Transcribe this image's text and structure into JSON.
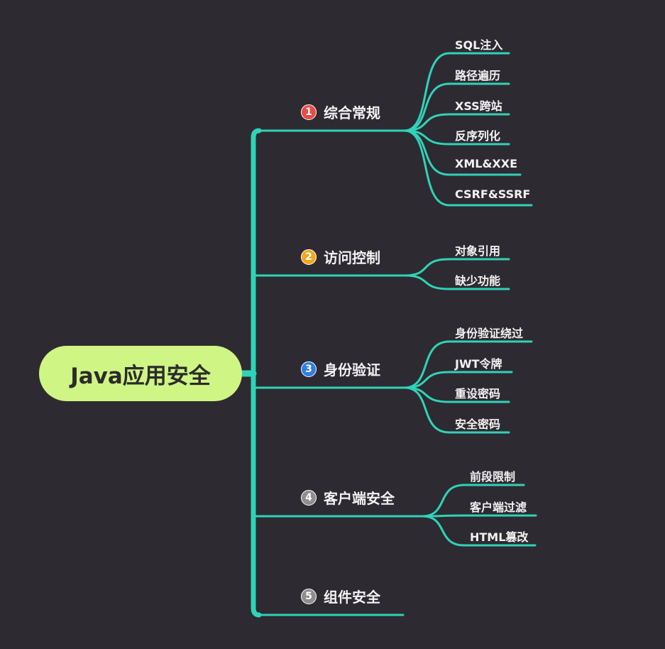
{
  "colors": {
    "background": "#2e2a31",
    "connector": "#2fd3b8",
    "root_fill": "#cff584",
    "text": "#f2f2f2"
  },
  "root": {
    "label": "Java应用安全"
  },
  "branches": [
    {
      "number": "1",
      "label": "综合常规",
      "badge_color": "#e74b43",
      "children": [
        "SQL注入",
        "路径遍历",
        "XSS跨站",
        "反序列化",
        "XML&XXE",
        "CSRF&SSRF"
      ]
    },
    {
      "number": "2",
      "label": "访问控制",
      "badge_color": "#f2a81d",
      "children": [
        "对象引用",
        "缺少功能"
      ]
    },
    {
      "number": "3",
      "label": "身份验证",
      "badge_color": "#2f7fe3",
      "children": [
        "身份验证绕过",
        "JWT令牌",
        "重设密码",
        "安全密码"
      ]
    },
    {
      "number": "4",
      "label": "客户端安全",
      "badge_color": "#8e8e8e",
      "children": [
        "前段限制",
        "客户端过滤",
        "HTML篡改"
      ]
    },
    {
      "number": "5",
      "label": "组件安全",
      "badge_color": "#8e8e8e",
      "children": []
    }
  ]
}
